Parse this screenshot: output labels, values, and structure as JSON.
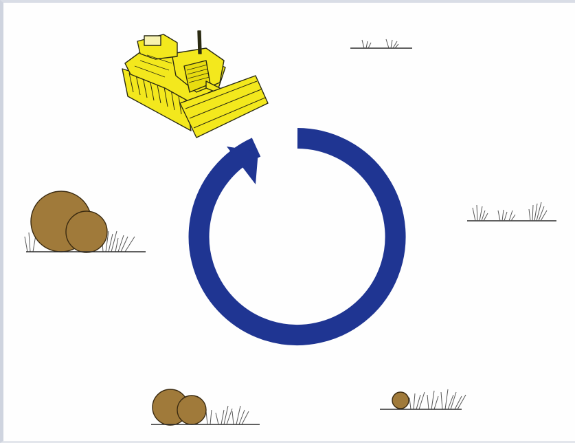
{
  "diagram": {
    "cycle_arrow": {
      "color": "#1f3592",
      "direction": "clockwise"
    },
    "colors": {
      "bulldozer_fill": "#f3e81d",
      "bulldozer_line": "#2a2a12",
      "bush_fill": "#a07a3a",
      "bush_line": "#3a2a10",
      "ground_line": "#2b2b2b",
      "grass": "#555555"
    },
    "stages": [
      {
        "name": "land-clearing",
        "icon": "bulldozer-icon"
      },
      {
        "name": "bare-ground-new-grass",
        "icon": "sparse-grass-icon"
      },
      {
        "name": "grass-regrowth",
        "icon": "grass-icon"
      },
      {
        "name": "small-shrub-regrowth",
        "icon": "small-shrub-icon"
      },
      {
        "name": "shrub-growth",
        "icon": "shrub-icon"
      },
      {
        "name": "dense-brush",
        "icon": "large-shrub-icon"
      }
    ]
  }
}
